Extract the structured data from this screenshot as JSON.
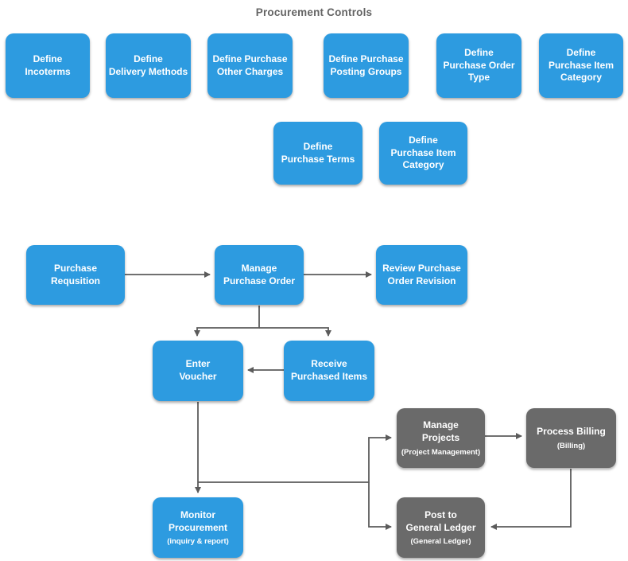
{
  "title": "Procurement Controls",
  "colors": {
    "node_blue": "#2D9BE0",
    "node_gray": "#6A6A6A",
    "connector": "#5B5B5B",
    "title_text": "#646464",
    "node_text": "#FFFFFF"
  },
  "diagram": {
    "nodes": [
      {
        "id": "define-incoterms",
        "label": "Define\nIncoterms",
        "type": "blue"
      },
      {
        "id": "define-delivery-methods",
        "label": "Define\nDelivery Methods",
        "type": "blue"
      },
      {
        "id": "define-purchase-other-charges",
        "label": "Define Purchase\nOther Charges",
        "type": "blue"
      },
      {
        "id": "define-purchase-posting-groups",
        "label": "Define Purchase\nPosting Groups",
        "type": "blue"
      },
      {
        "id": "define-purchase-order-type",
        "label": "Define\nPurchase Order\nType",
        "type": "blue"
      },
      {
        "id": "define-purchase-item-category-1",
        "label": "Define\nPurchase Item\nCategory",
        "type": "blue"
      },
      {
        "id": "define-purchase-terms",
        "label": "Define\nPurchase Terms",
        "type": "blue"
      },
      {
        "id": "define-purchase-item-category-2",
        "label": "Define\nPurchase Item\nCategory",
        "type": "blue"
      },
      {
        "id": "purchase-requsition",
        "label": "Purchase\nRequsition",
        "type": "blue"
      },
      {
        "id": "manage-purchase-order",
        "label": "Manage\nPurchase Order",
        "type": "blue"
      },
      {
        "id": "review-purchase-order-revision",
        "label": "Review Purchase\nOrder Revision",
        "type": "blue"
      },
      {
        "id": "enter-voucher",
        "label": "Enter\nVoucher",
        "type": "blue"
      },
      {
        "id": "receive-purchased-items",
        "label": "Receive\nPurchased Items",
        "type": "blue"
      },
      {
        "id": "manage-projects",
        "label": "Manage\nProjects",
        "sublabel": "(Project Management)",
        "type": "gray"
      },
      {
        "id": "process-billing",
        "label": "Process Billing",
        "sublabel": "(Billing)",
        "type": "gray"
      },
      {
        "id": "monitor-procurement",
        "label": "Monitor\nProcurement",
        "sublabel": "(inquiry & report)",
        "type": "blue"
      },
      {
        "id": "post-to-general-ledger",
        "label": "Post to\nGeneral Ledger",
        "sublabel": "(General Ledger)",
        "type": "gray"
      }
    ],
    "edges": [
      {
        "from": "purchase-requsition",
        "to": "manage-purchase-order"
      },
      {
        "from": "manage-purchase-order",
        "to": "review-purchase-order-revision"
      },
      {
        "from": "manage-purchase-order",
        "to": "enter-voucher"
      },
      {
        "from": "manage-purchase-order",
        "to": "receive-purchased-items"
      },
      {
        "from": "receive-purchased-items",
        "to": "enter-voucher"
      },
      {
        "from": "enter-voucher",
        "to": "monitor-procurement"
      },
      {
        "from": "enter-voucher",
        "to": "manage-projects"
      },
      {
        "from": "enter-voucher",
        "to": "post-to-general-ledger"
      },
      {
        "from": "manage-projects",
        "to": "process-billing"
      },
      {
        "from": "process-billing",
        "to": "post-to-general-ledger"
      }
    ]
  }
}
